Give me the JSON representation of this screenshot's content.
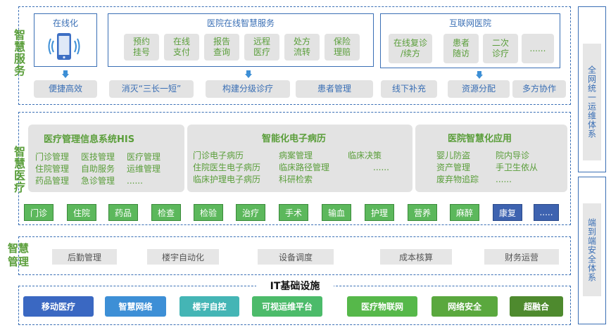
{
  "sections": {
    "smart_service": "智慧服务",
    "smart_medical": "智慧医疗",
    "smart_management": "智慧管理"
  },
  "online": {
    "title": "在线化",
    "bottom": "便捷高效"
  },
  "hospital_online": {
    "title": "医院在线智慧服务",
    "items": [
      "预约\n挂号",
      "在线\n支付",
      "报告\n查询",
      "远程\n医疗",
      "处方\n流转",
      "保险\n理赔"
    ]
  },
  "internet_hospital": {
    "title": "互联网医院",
    "items": [
      "在线复诊\n/续方",
      "患者\n随访",
      "二次\n诊疗",
      "......"
    ]
  },
  "service_bottom": [
    "消灭“三长一短”",
    "构建分级诊疗",
    "患者管理",
    "线下补充",
    "资源分配",
    "多方协作"
  ],
  "his": {
    "title": "医疗管理信息系统HIS",
    "rows": [
      [
        "门诊管理",
        "医技管理",
        "医疗管理"
      ],
      [
        "住院管理",
        "自助服务",
        "运维管理"
      ],
      [
        "药品管理",
        "急诊管理",
        "......"
      ]
    ]
  },
  "emr": {
    "title": "智能化电子病历",
    "col1": [
      "门诊电子病历",
      "住院医生电子病历",
      "临床护理电子病历"
    ],
    "col2": [
      "病案管理",
      "临床路径管理",
      "科研检索"
    ],
    "col3": [
      "临床决策",
      "......"
    ]
  },
  "smart_app": {
    "title": "医院智慧化应用",
    "col1": [
      "婴儿防盗",
      "资产管理",
      "废弃物追踪"
    ],
    "col2": [
      "院内导诊",
      "手卫生依从",
      "......"
    ]
  },
  "medical_tiles": [
    "门诊",
    "住院",
    "药品",
    "检查",
    "检验",
    "治疗",
    "手术",
    "输血",
    "护理",
    "营养",
    "麻醉",
    "康复",
    "....."
  ],
  "management_items": [
    "后勤管理",
    "楼宇自动化",
    "设备调度",
    "成本核算",
    "财务运营"
  ],
  "it": {
    "title": "IT基础设施",
    "items": [
      "移动医疗",
      "智慧网络",
      "楼宇自控",
      "可视运维平台",
      "医疗物联网",
      "网络安全",
      "超融合"
    ],
    "colors": [
      "#3a68c2",
      "#3d8fd6",
      "#44b5b5",
      "#4cbb6a",
      "#56b84a",
      "#5aa83e",
      "#4e8a2e"
    ]
  },
  "right_labels": [
    "全网统一运维体系",
    "端到端安全体系"
  ],
  "colors": {
    "green": "#5a9e3a",
    "blue": "#3a6fb5",
    "tile_green": "#5cb85c",
    "tile_blue": "#3e63b0"
  }
}
